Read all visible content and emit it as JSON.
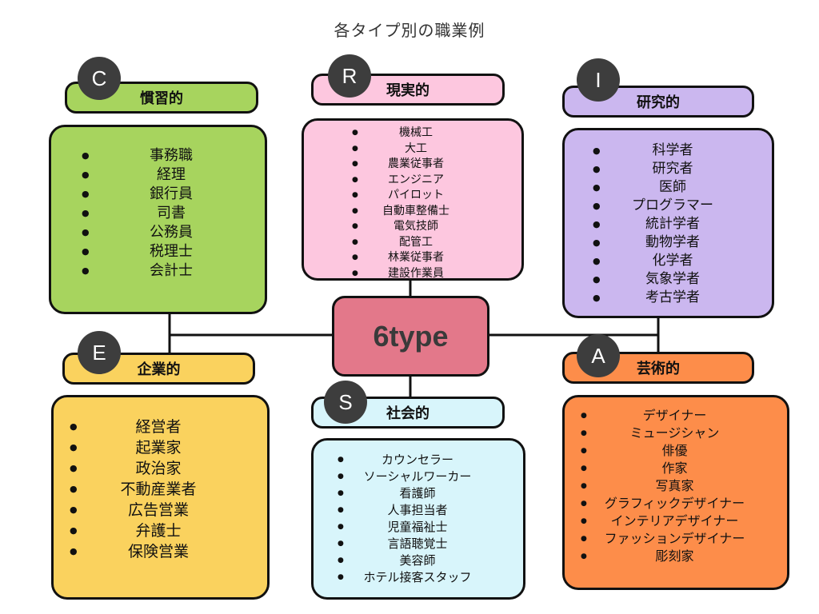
{
  "title": "各タイプ別の職業例",
  "center_label": "6type",
  "types": {
    "C": {
      "letter": "C",
      "name": "慣習的",
      "color": "#a7d45e",
      "items": [
        "事務職",
        "経理",
        "銀行員",
        "司書",
        "公務員",
        "税理士",
        "会計士"
      ]
    },
    "R": {
      "letter": "R",
      "name": "現実的",
      "color": "#fdc7df",
      "items": [
        "機械工",
        "大工",
        "農業従事者",
        "エンジニア",
        "パイロット",
        "自動車整備士",
        "電気技師",
        "配管工",
        "林業従事者",
        "建設作業員"
      ]
    },
    "I": {
      "letter": "I",
      "name": "研究的",
      "color": "#cbb7ef",
      "items": [
        "科学者",
        "研究者",
        "医師",
        "プログラマー",
        "統計学者",
        "動物学者",
        "化学者",
        "気象学者",
        "考古学者"
      ]
    },
    "E": {
      "letter": "E",
      "name": "企業的",
      "color": "#fad25e",
      "items": [
        "経営者",
        "起業家",
        "政治家",
        "不動産業者",
        "広告営業",
        "弁護士",
        "保険営業"
      ]
    },
    "S": {
      "letter": "S",
      "name": "社会的",
      "color": "#d8f5fb",
      "items": [
        "カウンセラー",
        "ソーシャルワーカー",
        "看護師",
        "人事担当者",
        "児童福祉士",
        "言語聴覚士",
        "美容師",
        "ホテル接客スタッフ"
      ]
    },
    "A": {
      "letter": "A",
      "name": "芸術的",
      "color": "#fd8d4a",
      "items": [
        "デザイナー",
        "ミュージシャン",
        "俳優",
        "作家",
        "写真家",
        "グラフィックデザイナー",
        "インテリアデザイナー",
        "ファッションデザイナー",
        "彫刻家"
      ]
    }
  }
}
